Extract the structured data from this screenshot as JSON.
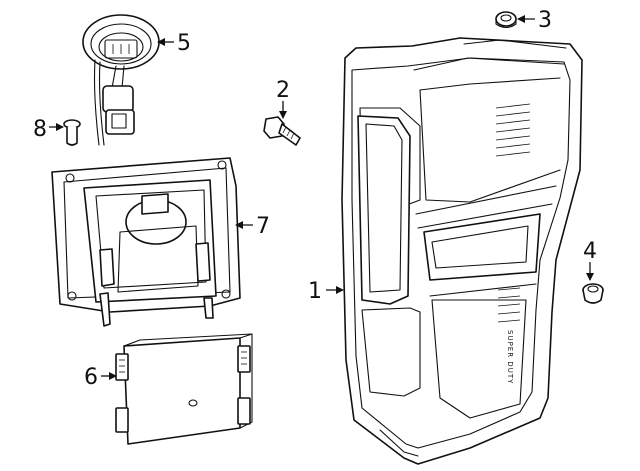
{
  "callouts": [
    {
      "id": "1",
      "label": "1"
    },
    {
      "id": "2",
      "label": "2"
    },
    {
      "id": "3",
      "label": "3"
    },
    {
      "id": "4",
      "label": "4"
    },
    {
      "id": "5",
      "label": "5"
    },
    {
      "id": "6",
      "label": "6"
    },
    {
      "id": "7",
      "label": "7"
    },
    {
      "id": "8",
      "label": "8"
    }
  ],
  "lamp_badge_text": "SUPER DUTY"
}
